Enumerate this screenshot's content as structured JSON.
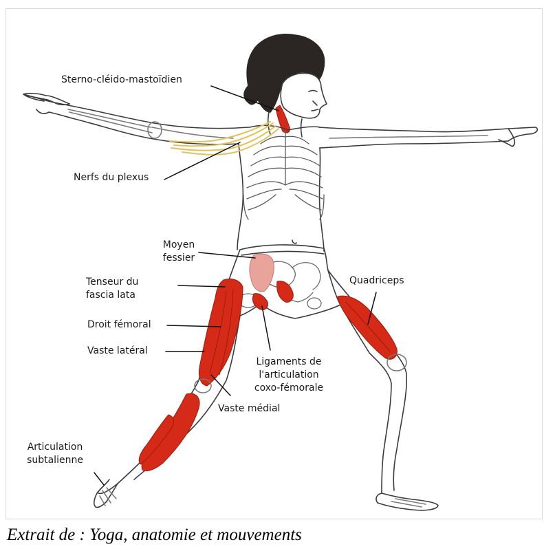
{
  "labels": {
    "sterno": "Sterno-cléido-mastoïdien",
    "nerfs": "Nerfs du plexus",
    "moyen_1": "Moyen",
    "moyen_2": "fessier",
    "tenseur_1": "Tenseur du",
    "tenseur_2": "fascia lata",
    "quadriceps": "Quadriceps",
    "droit": "Droit fémoral",
    "vaste_lateral": "Vaste latéral",
    "ligaments_1": "Ligaments de",
    "ligaments_2": "l'articulation",
    "ligaments_3": "coxo-fémorale",
    "vaste_medial": "Vaste médial",
    "articulation_1": "Articulation",
    "articulation_2": "subtalienne"
  },
  "caption": "Extrait de : Yoga, anatomie et mouvements",
  "colors": {
    "muscle": "#d42a17",
    "muscle_dark": "#a11a0c",
    "nerve": "#e4c25a",
    "outline": "#3b3b3b",
    "skin": "#ffffff",
    "hair": "#2b2623"
  }
}
